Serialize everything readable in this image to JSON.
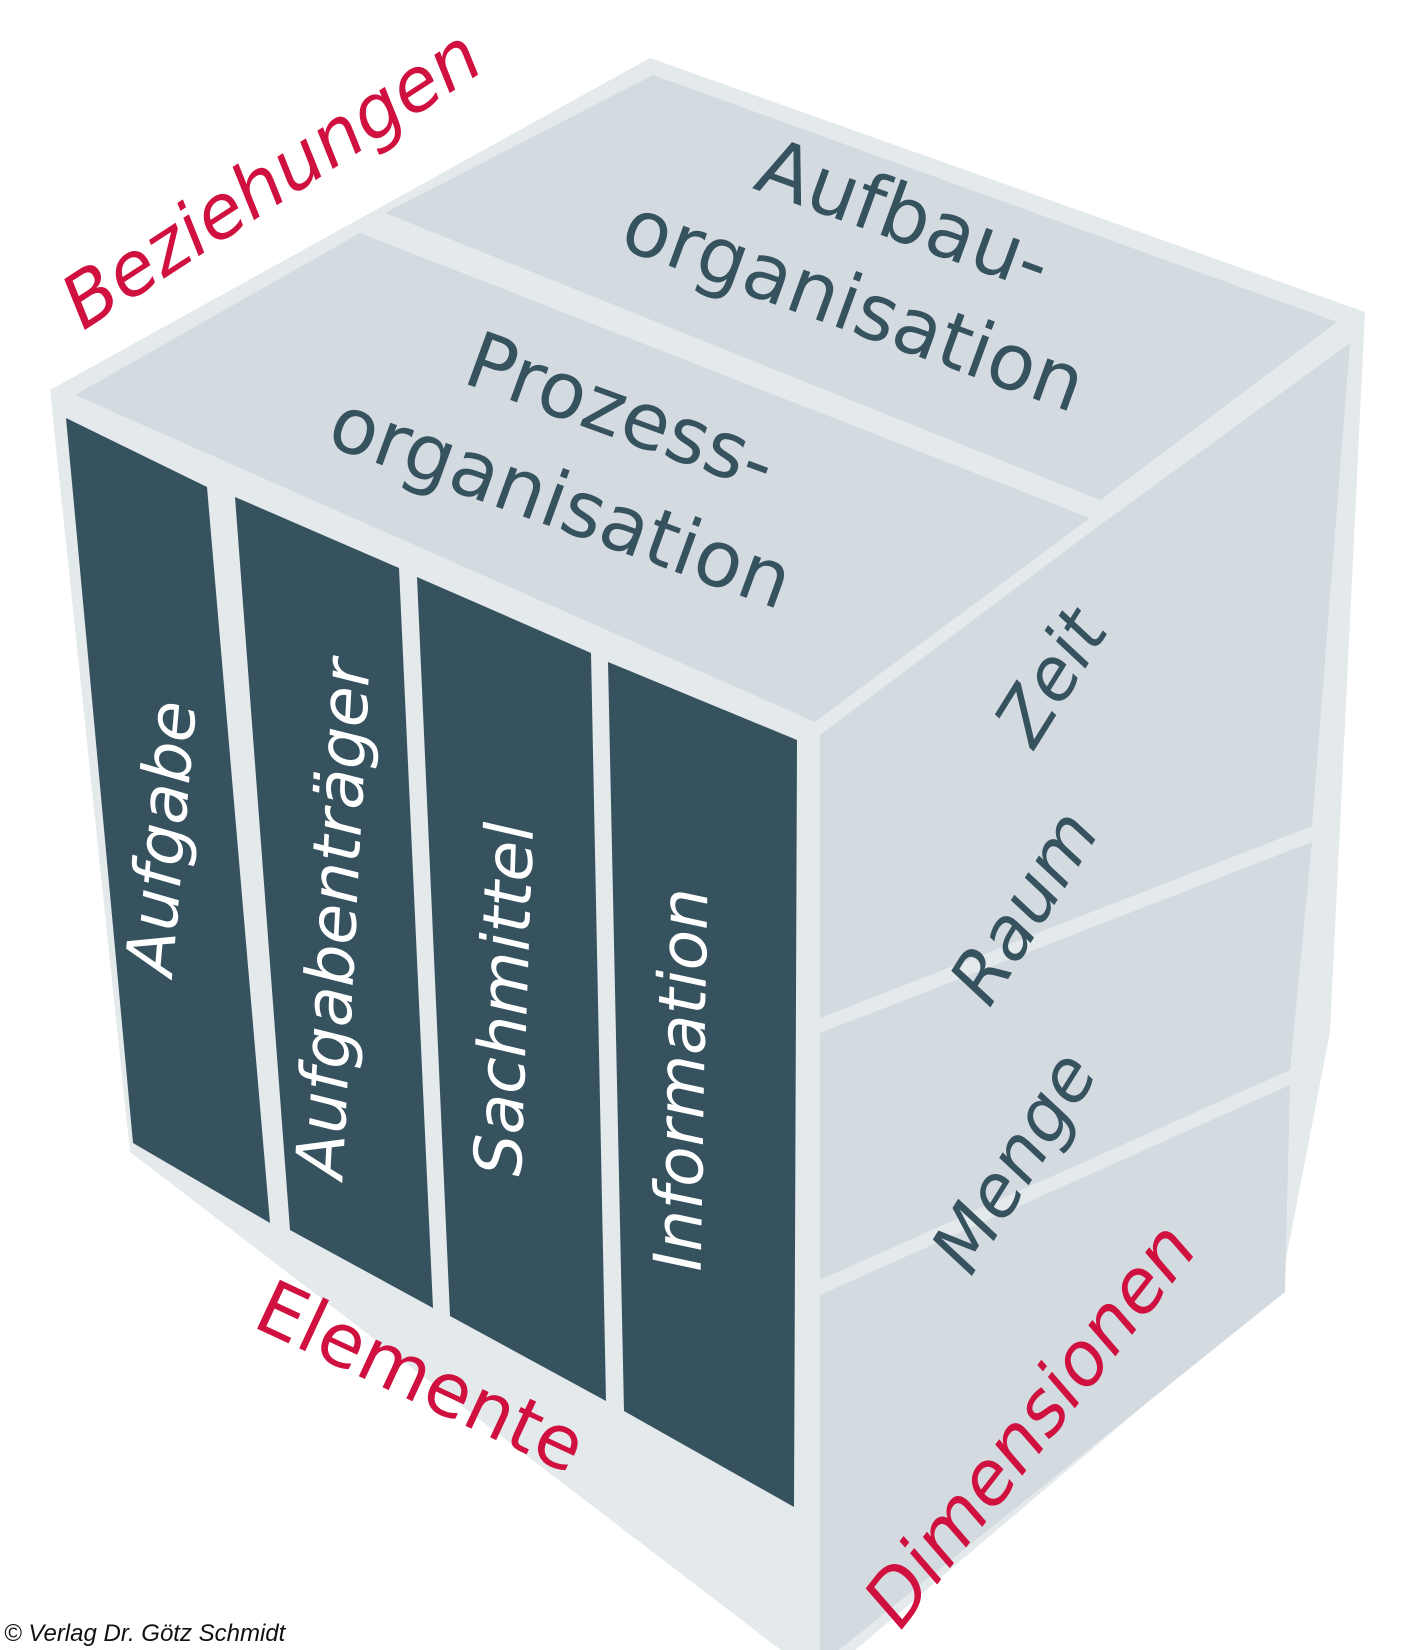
{
  "colors": {
    "frame": "#e4e9ec",
    "panel_light": "#d3dbe0",
    "panel_dark": "#36525f",
    "text_dark": "#36525f",
    "text_light": "#ffffff",
    "accent": "#d0103f"
  },
  "labels": {
    "beziehungen": "Beziehungen",
    "elemente": "Elemente",
    "dimensionen": "Dimensionen"
  },
  "top_face": {
    "aufbau_line1": "Aufbau-",
    "aufbau_line2": "organisation",
    "prozess_line1": "Prozess-",
    "prozess_line2": "organisation"
  },
  "front_face": {
    "elements": [
      "Aufgabe",
      "Aufgabenträger",
      "Sachmittel",
      "Information"
    ]
  },
  "right_face": {
    "dimensions": [
      "Zeit",
      "Raum",
      "Menge"
    ]
  },
  "copyright": "© Verlag Dr. Götz Schmidt"
}
